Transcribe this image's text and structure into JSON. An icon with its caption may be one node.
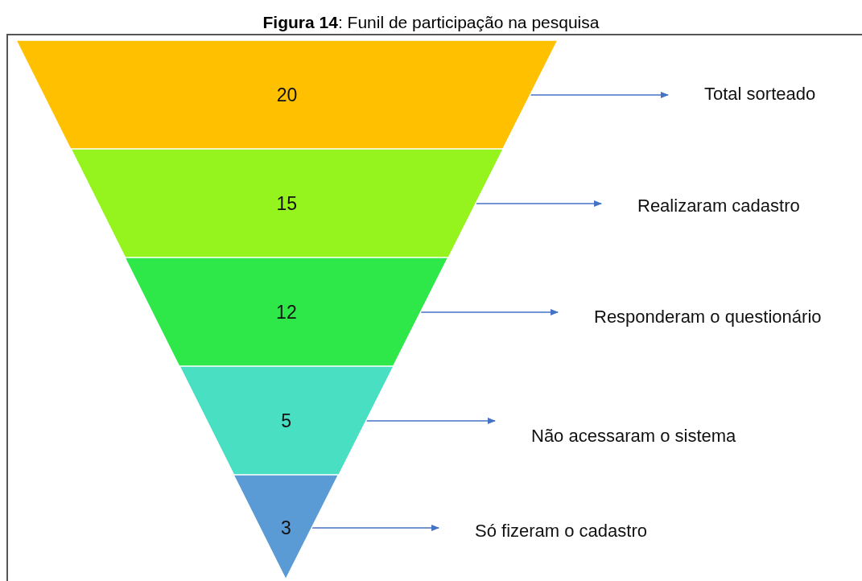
{
  "diagram": {
    "title": "**Figura 14**: Funil de participação na pesquisa",
    "nodes": [
      {
        "text": [
          "20"
        ]
      },
      {
        "text": [
          "15"
        ]
      },
      {
        "text": [
          "12"
        ]
      },
      {
        "text": [
          "5"
        ]
      },
      {
        "text": [
          "3"
        ]
      },
      {
        "text": [
          "Total sorteado"
        ]
      },
      {
        "text": [
          "Realizaram cadastro"
        ]
      },
      {
        "text": [
          "Responderam o questionário"
        ]
      },
      {
        "text": [
          "Não acessaram o sistema"
        ]
      },
      {
        "text": [
          "Só fizeram o cadastro"
        ]
      }
    ],
    "edges": [
      {
        "from": 0,
        "to": 5,
        "arrow": "to"
      },
      {
        "from": 1,
        "to": 6,
        "arrow": "to"
      },
      {
        "from": 2,
        "to": 7,
        "arrow": "to"
      },
      {
        "from": 3,
        "to": 8,
        "arrow": "to"
      },
      {
        "from": 4,
        "to": 9,
        "arrow": "to"
      }
    ]
  }
}
